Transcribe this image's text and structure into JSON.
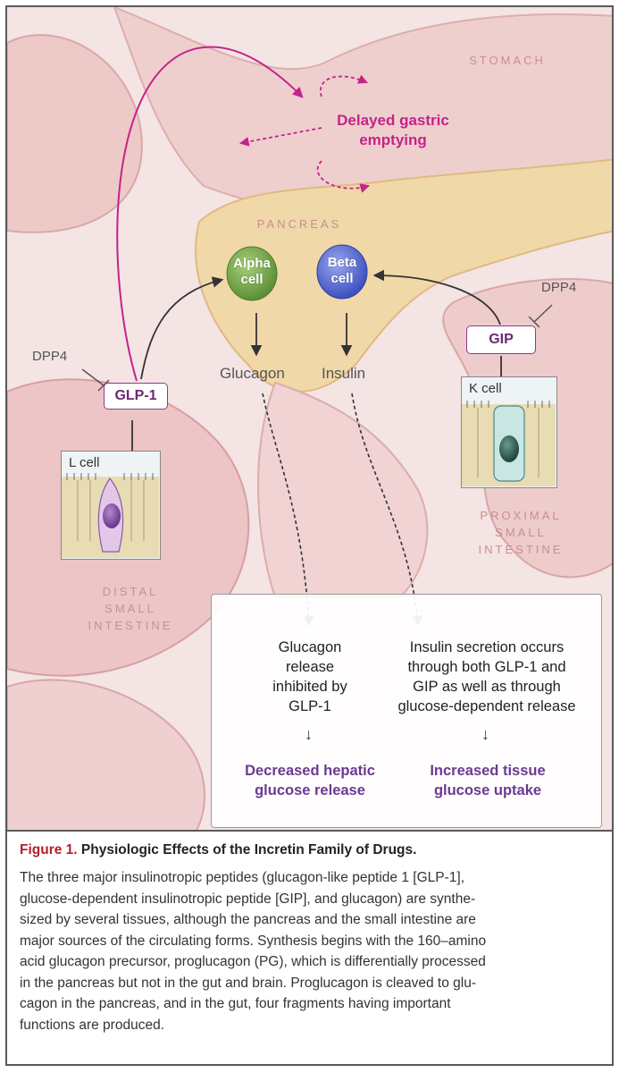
{
  "organs": {
    "stomach": "STOMACH",
    "pancreas": "PANCREAS",
    "proximal": [
      "PROXIMAL",
      "SMALL",
      "INTESTINE"
    ],
    "distal": [
      "DISTAL",
      "SMALL",
      "INTESTINE"
    ]
  },
  "gastric_effect": [
    "Delayed gastric",
    "emptying"
  ],
  "cells": {
    "alpha": [
      "Alpha",
      "cell"
    ],
    "beta": [
      "Beta",
      "cell"
    ],
    "l_cell": "L cell",
    "k_cell": "K cell"
  },
  "hormones": {
    "glucagon": "Glucagon",
    "insulin": "Insulin",
    "glp1": "GLP-1",
    "gip": "GIP"
  },
  "inhibitors": {
    "left": "DPP4",
    "right": "DPP4"
  },
  "effects_box": {
    "left_text": [
      "Glucagon",
      "release",
      "inhibited by",
      "GLP-1"
    ],
    "right_text": [
      "Insulin secretion occurs",
      "through both GLP-1 and",
      "GIP as well as through",
      "glucose-dependent release"
    ],
    "arrow": "↓",
    "left_outcome": [
      "Decreased hepatic",
      "glucose release"
    ],
    "right_outcome": [
      "Increased tissue",
      "glucose uptake"
    ]
  },
  "caption": {
    "figure_number": "Figure 1.",
    "title": "Physiologic Effects of the Incretin Family of Drugs.",
    "body_lines": [
      "The three major insulinotropic peptides (glucagon-like peptide 1 [GLP-1],",
      "glucose-dependent insulinotropic peptide [GIP], and glucagon) are synthe-",
      "sized by several tissues, although the pancreas and the small intestine are",
      "major sources of the circulating forms. Synthesis begins with the 160–amino",
      "acid glucagon precursor, proglucagon (PG), which is differentially processed",
      "in the pancreas but not in the gut and brain. Proglucagon is cleaved to glu-",
      "cagon in the pancreas, and in the gut, four fragments having important",
      "functions are produced."
    ]
  },
  "colors": {
    "gastric_accent": "#c4238c",
    "outcome_text": "#6a3a92",
    "figure_number": "#b3202a",
    "hormone_pill_border": "#8a3a8c"
  }
}
